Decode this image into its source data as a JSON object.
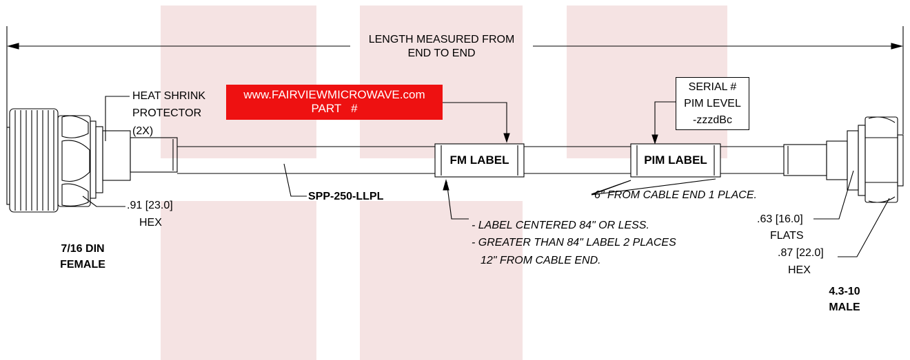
{
  "colors": {
    "watermark": "#f5e3e3",
    "redbox": "#ee1111",
    "line": "#000000"
  },
  "length": {
    "line1": "LENGTH MEASURED FROM",
    "line2": "END TO END"
  },
  "heatshrink": {
    "line1": "HEAT SHRINK",
    "line2": "PROTECTOR",
    "line3": "(2X)"
  },
  "redbox": {
    "line1": "www.FAIRVIEWMICROWAVE.com",
    "line2": "PART   #"
  },
  "serial": {
    "line1": "SERIAL #",
    "line2": "PIM LEVEL",
    "line3": "-zzzdBc"
  },
  "labels": {
    "fm": "FM LABEL",
    "pim": "PIM LABEL",
    "cable": "SPP-250-LLPL"
  },
  "left_connector": {
    "hex_dim": ".91 [23.0]",
    "hex_word": "HEX",
    "name_line1": "7/16 DIN",
    "name_line2": "FEMALE"
  },
  "right_connector": {
    "flats_dim": ".63 [16.0]",
    "flats_word": "FLATS",
    "hex_dim": ".87 [22.0]",
    "hex_word": "HEX",
    "name_line1": "4.3-10",
    "name_line2": "MALE"
  },
  "notes": {
    "pim_place": "6\" FROM CABLE END 1 PLACE.",
    "center1": "- LABEL CENTERED 84\" OR LESS.",
    "center2": "- GREATER THAN 84\" LABEL 2 PLACES",
    "center3": "12\" FROM CABLE END."
  }
}
